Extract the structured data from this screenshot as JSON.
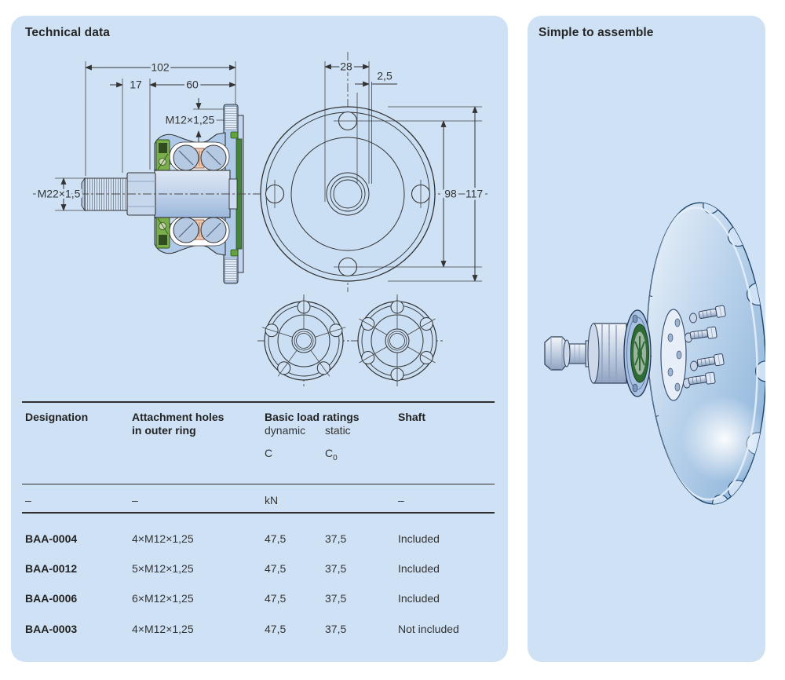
{
  "left_panel": {
    "title": "Technical data",
    "drawing": {
      "dims": {
        "d102": "102",
        "d17": "17",
        "d60": "60",
        "m12": "M12×1,25",
        "m22": "M22×1,5",
        "d28": "28",
        "d25": "2,5",
        "d98": "98",
        "d117": "117"
      }
    },
    "table": {
      "headers": {
        "designation": "Designation",
        "attachment_line1": "Attachment holes",
        "attachment_line2": "in outer ring",
        "ratings": "Basic load ratings",
        "dynamic": "dynamic",
        "static": "static",
        "c_dynamic": "C",
        "c_static_base": "C",
        "c_static_sub": "0",
        "shaft": "Shaft"
      },
      "units": {
        "designation": "–",
        "attachment": "–",
        "ratings": "kN",
        "shaft": "–"
      },
      "rows": [
        {
          "designation": "BAA-0004",
          "holes": "4×M12×1,25",
          "dynamic": "47,5",
          "static": "37,5",
          "shaft": "Included"
        },
        {
          "designation": "BAA-0012",
          "holes": "5×M12×1,25",
          "dynamic": "47,5",
          "static": "37,5",
          "shaft": "Included"
        },
        {
          "designation": "BAA-0006",
          "holes": "6×M12×1,25",
          "dynamic": "47,5",
          "static": "37,5",
          "shaft": "Included"
        },
        {
          "designation": "BAA-0003",
          "holes": "4×M12×1,25",
          "dynamic": "47,5",
          "static": "37,5",
          "shaft": "Not included"
        }
      ]
    }
  },
  "right_panel": {
    "title": "Simple to assemble"
  },
  "colors": {
    "panel_background": "#cfe2f5",
    "line": "#333333",
    "metal_blue": "#aecae8",
    "metal_light": "#d7e2f0",
    "seal_green": "#79ae4b",
    "seal_green_dark": "#2e6b35",
    "cage_salmon": "#eccab1",
    "disc_blue": "#88b0d8"
  }
}
